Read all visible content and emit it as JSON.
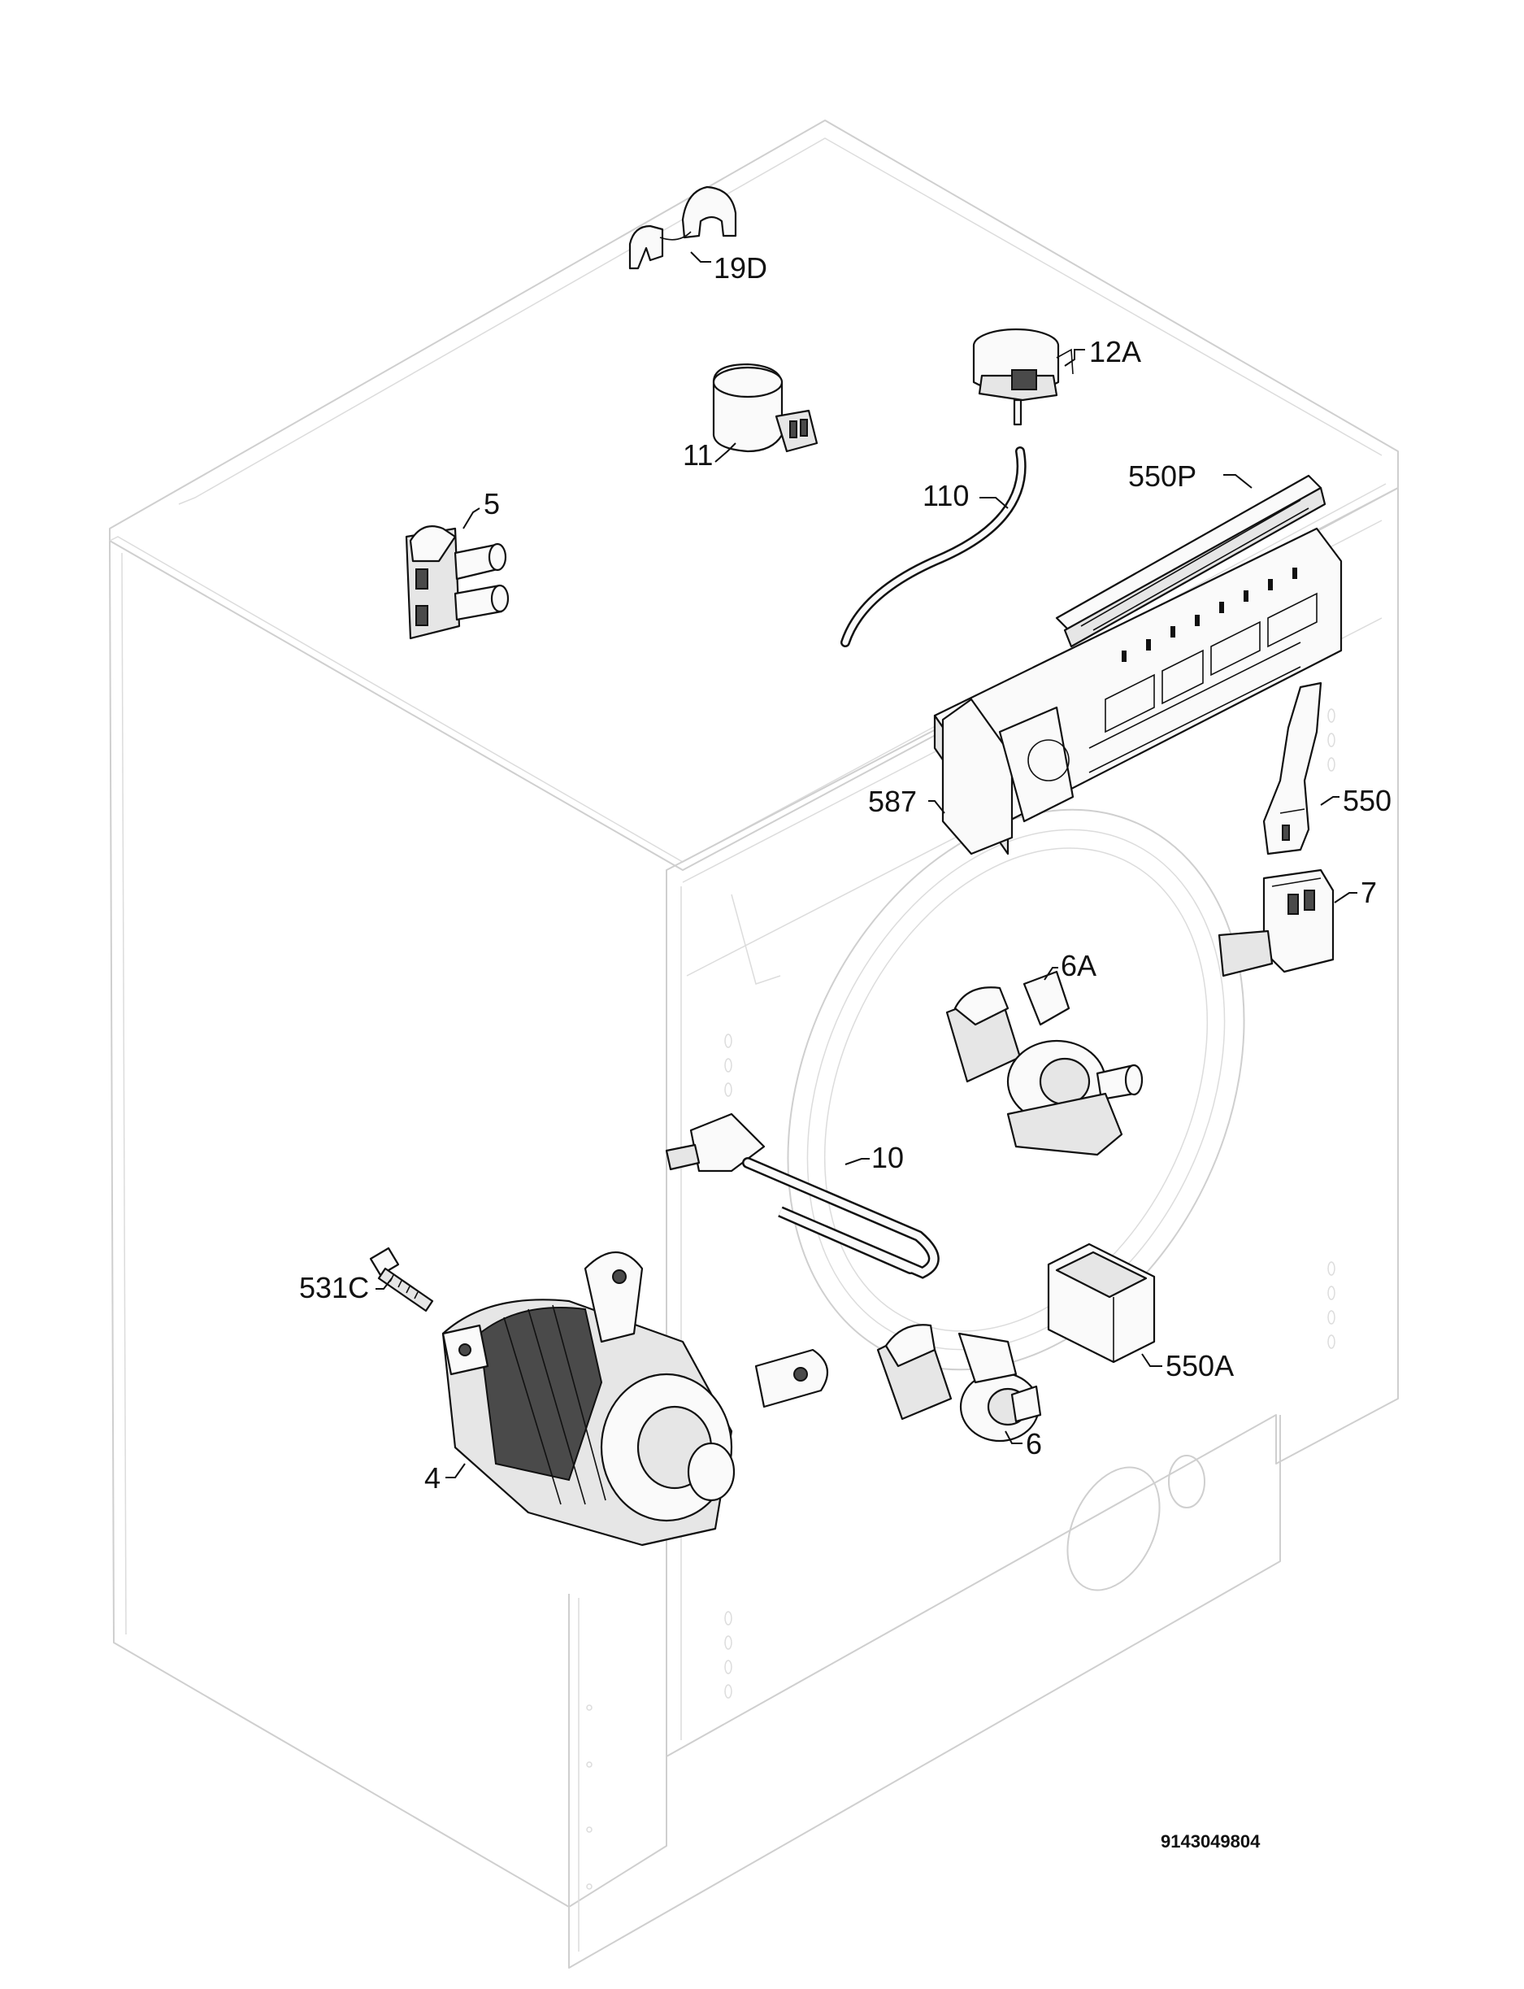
{
  "diagram": {
    "document_code": "9143049804",
    "labels": {
      "p19D": "19D",
      "p12A": "12A",
      "p11": "11",
      "p110": "110",
      "p5": "5",
      "p550P": "550P",
      "p587": "587",
      "p550": "550",
      "p7": "7",
      "p6A": "6A",
      "p10": "10",
      "p531C": "531C",
      "p550A": "550A",
      "p6": "6",
      "p4": "4"
    }
  }
}
